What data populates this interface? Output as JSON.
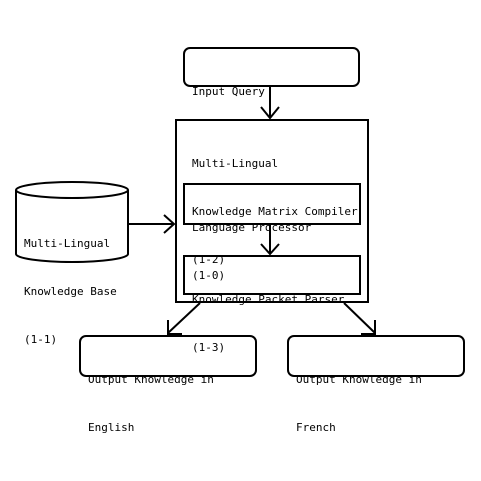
{
  "diagram": {
    "input_query": [
      "Input Query"
    ],
    "compiler": [
      "Multi-Lingual",
      "Knowledge Matrix Compiler",
      "(1-2)"
    ],
    "language_processor": [
      "Language Processor",
      "(1-0)"
    ],
    "packet_parser": [
      "Knowledge Packet Parser",
      "(1-3)"
    ],
    "knowledge_base": [
      "Multi-Lingual",
      "Knowledge Base",
      "(1-1)"
    ],
    "output_english": [
      "Output Knowledge in",
      "English"
    ],
    "output_french": [
      "Output Knowledge in",
      "French"
    ]
  },
  "colors": {
    "stroke": "#000000",
    "background": "#ffffff",
    "text": "#000000"
  }
}
